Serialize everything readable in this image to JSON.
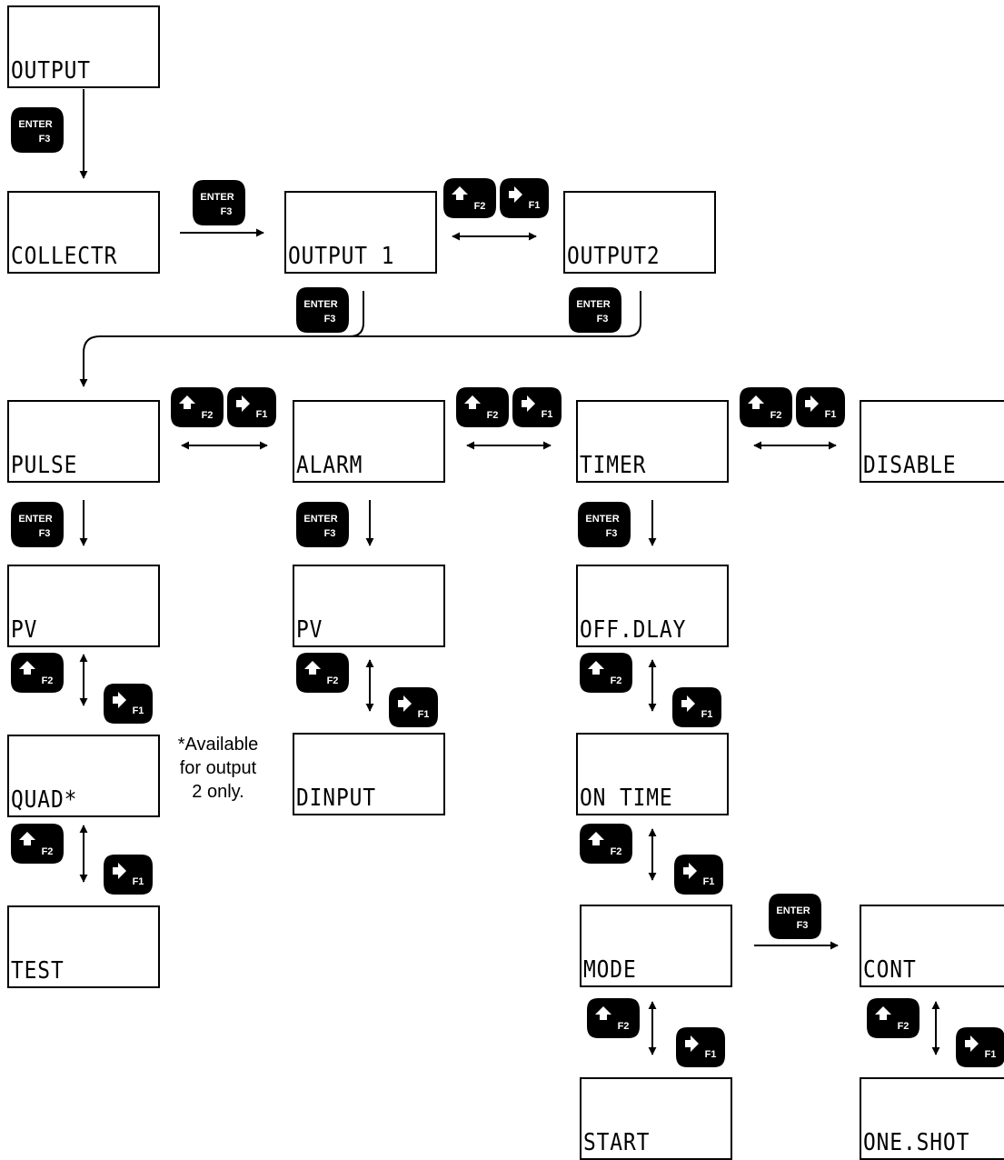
{
  "screens": {
    "output": "OUTPUT",
    "collectr": "COLLECTR",
    "output1": "OUTPUT 1",
    "output2": "OUTPUT2",
    "pulse": "PULSE",
    "alarm": "ALARM",
    "timer": "TIMER",
    "disable": "DISABLE",
    "pulse_pv": "PV",
    "alarm_pv": "PV",
    "off_dlay": "OFF.DLAY",
    "quad": "QUAD*",
    "dinput": "DINPUT",
    "on_time": "ON TIME",
    "test": "TEST",
    "mode": "MODE",
    "cont": "CONT",
    "start": "START",
    "oneshot": "ONE.SHOT"
  },
  "buttons": {
    "enter_line1": "ENTER",
    "enter_line2": "F3",
    "up_label": "F2",
    "right_label": "F1"
  },
  "footnote": {
    "line1": "*Available",
    "line2": "for output",
    "line3": "2 only."
  }
}
